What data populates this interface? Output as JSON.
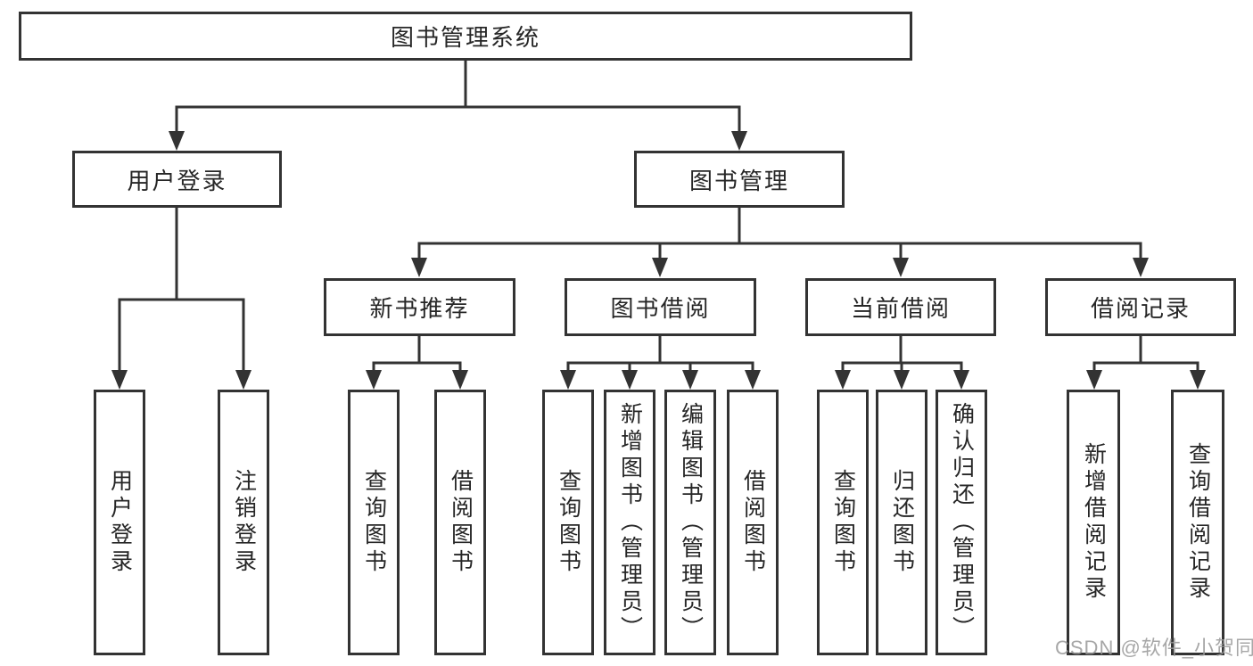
{
  "colors": {
    "background": "#ffffff",
    "line": "#333333",
    "box_border": "#333333",
    "text": "#262626",
    "watermark": "#989898"
  },
  "tree": {
    "root": {
      "label": "图书管理系统",
      "children": [
        {
          "label": "用户登录",
          "children": [
            {
              "label": "用户登录"
            },
            {
              "label": "注销登录"
            }
          ]
        },
        {
          "label": "图书管理",
          "children": [
            {
              "label": "新书推荐",
              "children": [
                {
                  "label": "查询图书"
                },
                {
                  "label": "借阅图书"
                }
              ]
            },
            {
              "label": "图书借阅",
              "children": [
                {
                  "label": "查询图书"
                },
                {
                  "label": "新增图书（管理员）"
                },
                {
                  "label": "编辑图书（管理员）"
                },
                {
                  "label": "借阅图书"
                }
              ]
            },
            {
              "label": "当前借阅",
              "children": [
                {
                  "label": "查询图书"
                },
                {
                  "label": "归还图书"
                },
                {
                  "label": "确认归还（管理员）"
                }
              ]
            },
            {
              "label": "借阅记录",
              "children": [
                {
                  "label": "新增借阅记录"
                },
                {
                  "label": "查询借阅记录"
                }
              ]
            }
          ]
        }
      ]
    }
  },
  "watermark": {
    "text": "CSDN @软件_小贺同学"
  }
}
